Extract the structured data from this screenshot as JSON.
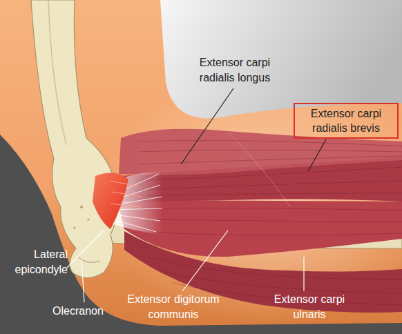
{
  "diagram": {
    "nodes": [
      {
        "text": [
          "Extensor carpi radialis brevis"
        ]
      }
    ],
    "labels": [
      "Extensor carpi radialis longus",
      "Lateral epicondyle",
      "Olecranon",
      "Extensor digitorum communis",
      "Extensor carpi ulnaris"
    ]
  }
}
